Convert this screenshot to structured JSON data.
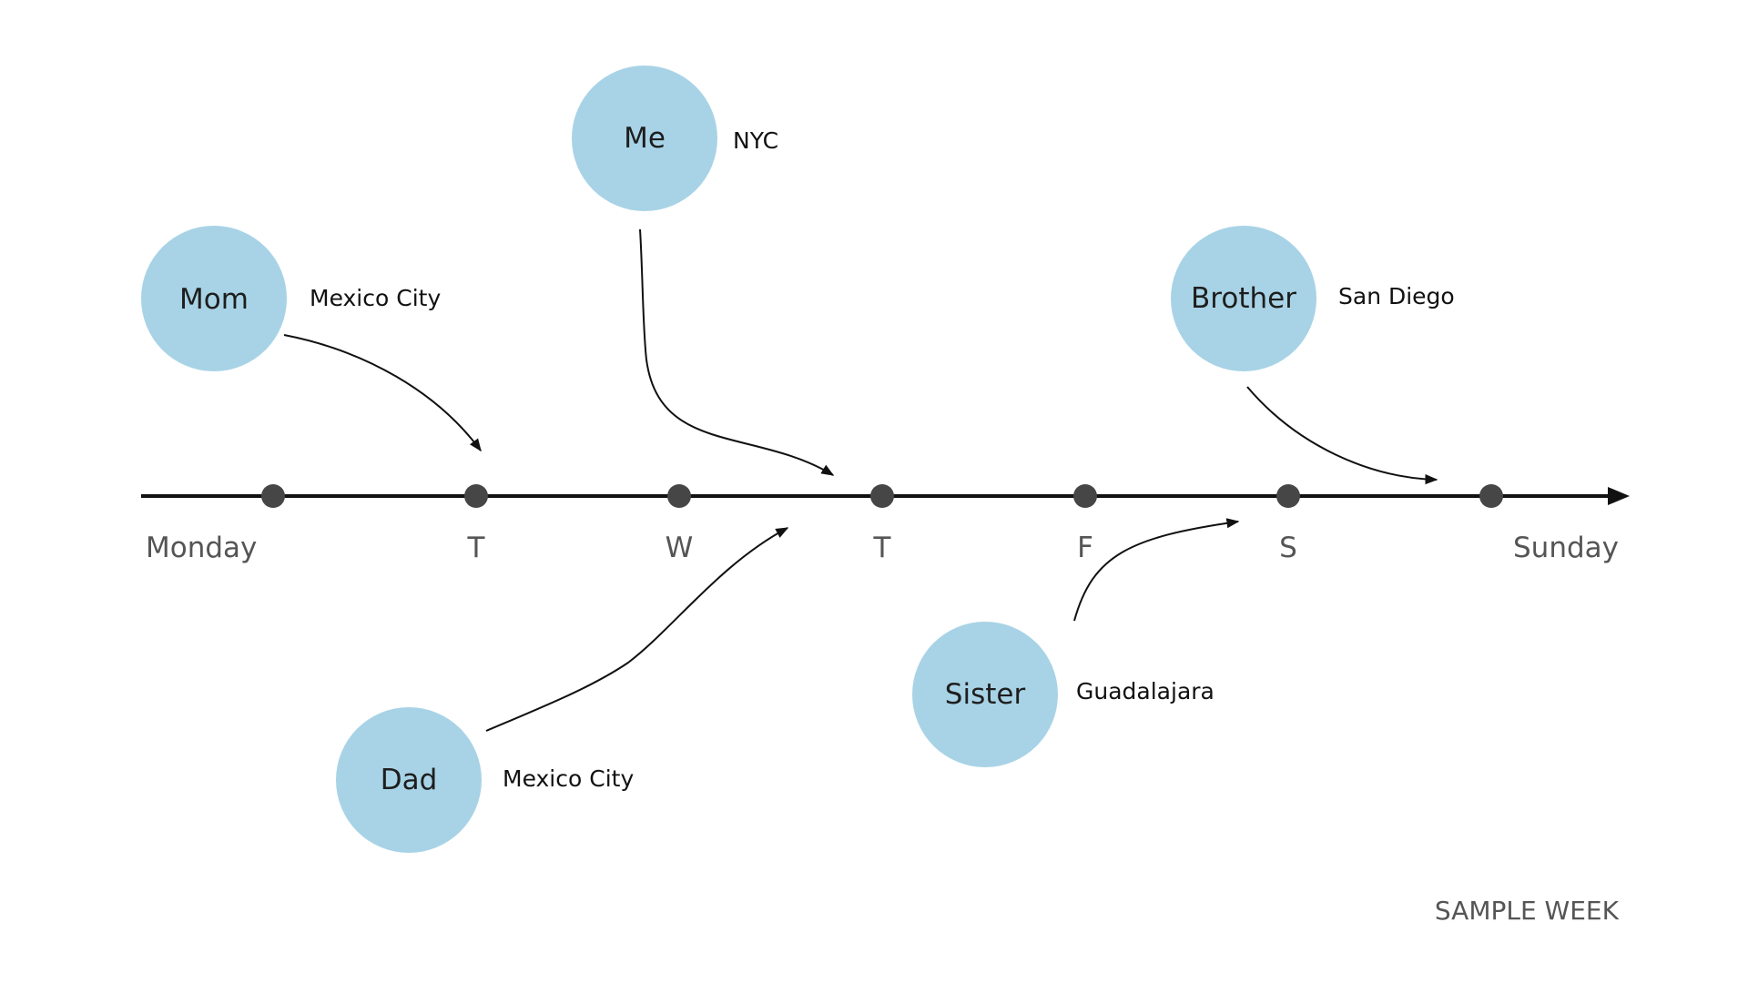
{
  "diagram": {
    "footer": "SAMPLE WEEK",
    "colors": {
      "circle": "#a8d3e6",
      "axis": "#111111",
      "dot": "#464646",
      "connector": "#111111"
    },
    "days": [
      {
        "label": "Monday"
      },
      {
        "label": "T"
      },
      {
        "label": "W"
      },
      {
        "label": "T"
      },
      {
        "label": "F"
      },
      {
        "label": "S"
      },
      {
        "label": "Sunday"
      }
    ],
    "people": [
      {
        "name": "Mom",
        "city": "Mexico City"
      },
      {
        "name": "Me",
        "city": "NYC"
      },
      {
        "name": "Brother",
        "city": "San Diego"
      },
      {
        "name": "Dad",
        "city": "Mexico City"
      },
      {
        "name": "Sister",
        "city": "Guadalajara"
      }
    ]
  }
}
